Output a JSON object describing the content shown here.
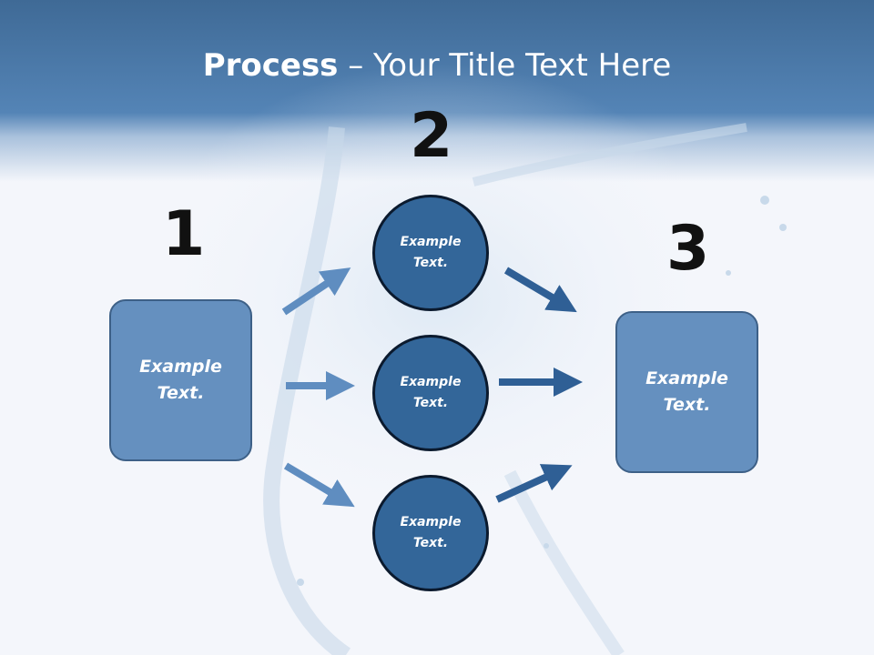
{
  "title": {
    "bold": "Process",
    "rest": " – Your Title Text Here"
  },
  "steps": [
    {
      "number": "1",
      "text": "Example\nText."
    },
    {
      "number": "2"
    },
    {
      "number": "3",
      "text": "Example\nText."
    }
  ],
  "circles": [
    {
      "text": "Example\nText."
    },
    {
      "text": "Example\nText."
    },
    {
      "text": "Example\nText."
    }
  ],
  "colors": {
    "header": "#4a79a8",
    "box": "#6590bf",
    "circle": "#336699",
    "arrow_light": "#5f8dc0",
    "arrow_dark": "#2f5f95"
  }
}
